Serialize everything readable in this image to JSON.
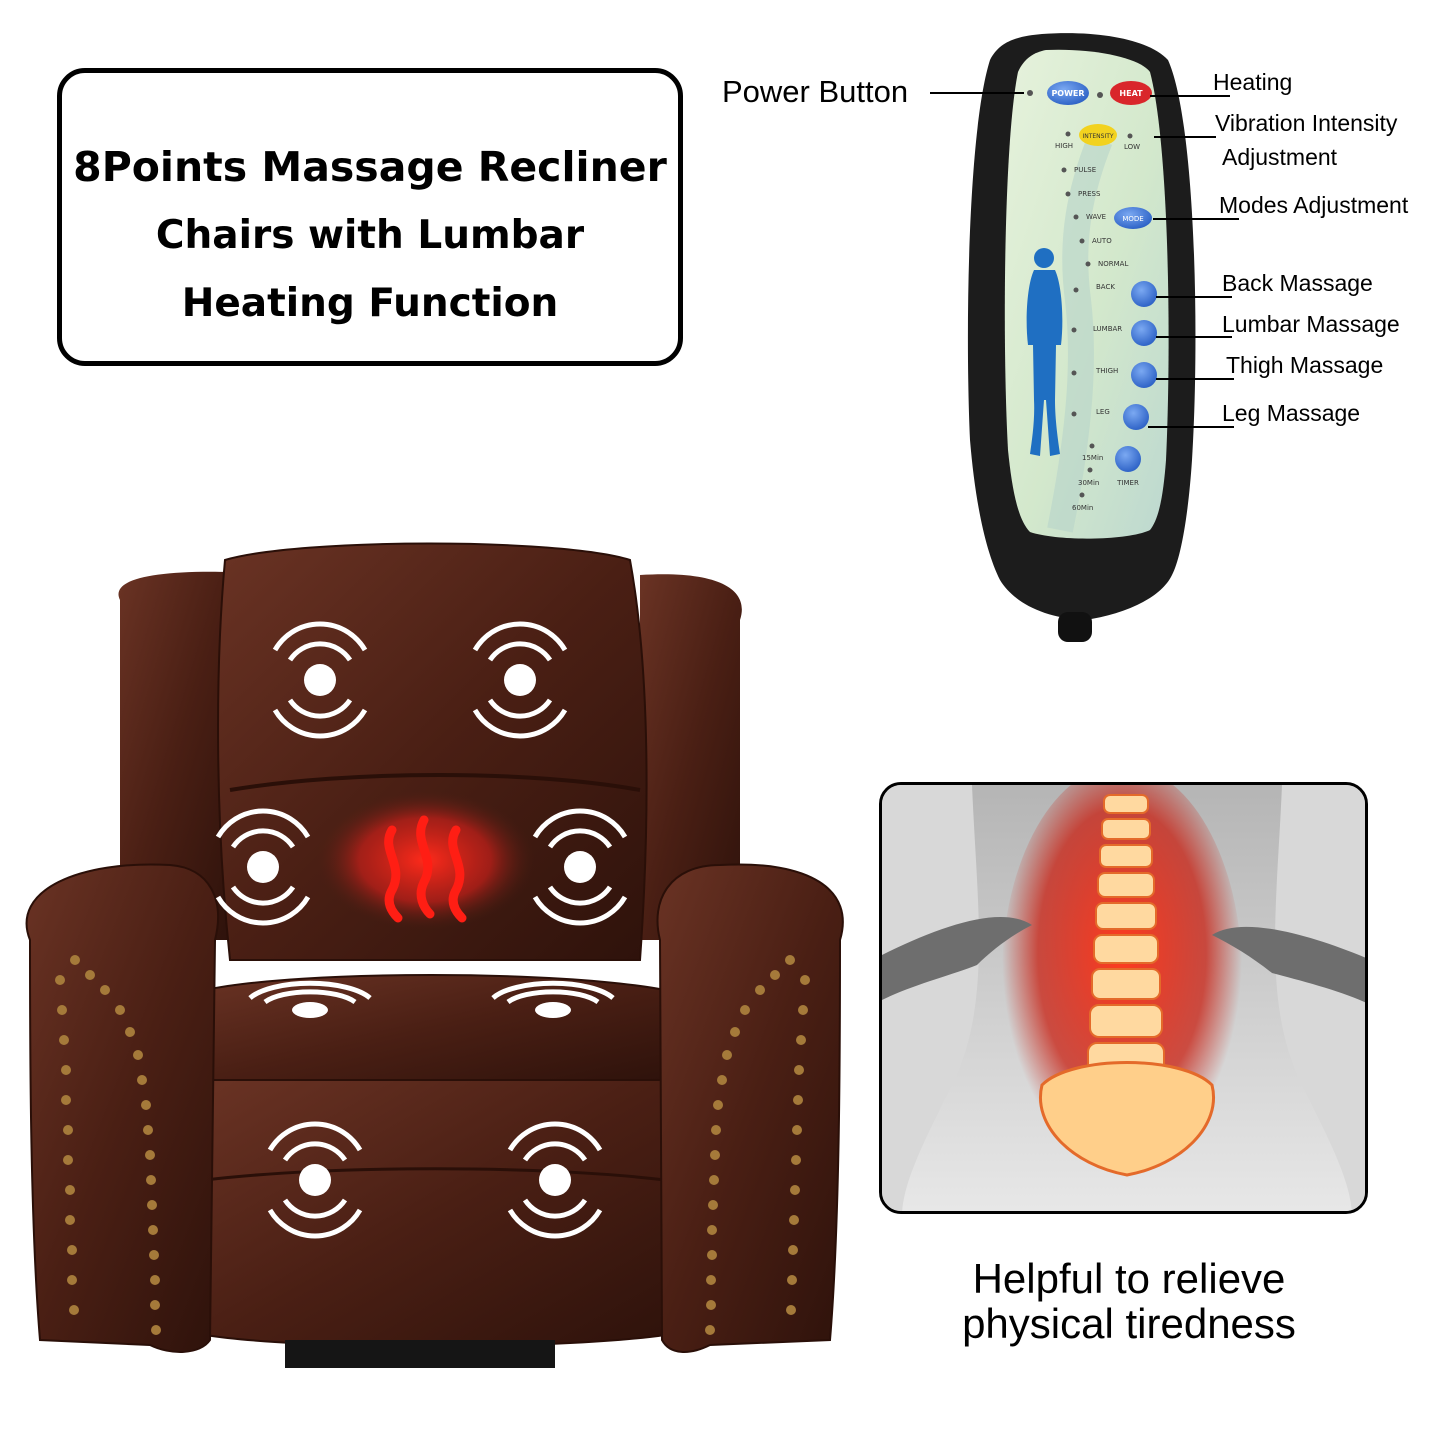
{
  "title": {
    "line1": "8Points Massage Recliner",
    "line2": "Chairs with Lumbar",
    "line3": "Heating Function"
  },
  "remote": {
    "buttons": {
      "power": "POWER",
      "heat": "HEAT",
      "intensity": "INTENSITY",
      "high": "HIGH",
      "low": "LOW",
      "mode": "MODE",
      "timer": "TIMER"
    },
    "modes": [
      "PULSE",
      "PRESS",
      "WAVE",
      "AUTO",
      "NORMAL"
    ],
    "zones": [
      "BACK",
      "LUMBAR",
      "THIGH",
      "LEG"
    ],
    "timers": [
      "15Min",
      "30Min",
      "60Min"
    ]
  },
  "callouts": {
    "power_button": "Power Button",
    "heating": "Heating",
    "vibration_1": "Vibration Intensity",
    "vibration_2": "Adjustment",
    "modes": "Modes Adjustment",
    "back": "Back Massage",
    "lumbar": "Lumbar Massage",
    "thigh": "Thigh Massage",
    "leg": "Leg Massage"
  },
  "caption": {
    "line1": "Helpful to relieve",
    "line2": "physical tiredness"
  },
  "colors": {
    "leather": "#4a1f14",
    "remote_panel": "#d8ead0",
    "heat_button": "#d9262b",
    "power_button": "#2c6fd1",
    "intensity_button": "#f2d21f",
    "spine_glow": "#ff3b1f"
  }
}
